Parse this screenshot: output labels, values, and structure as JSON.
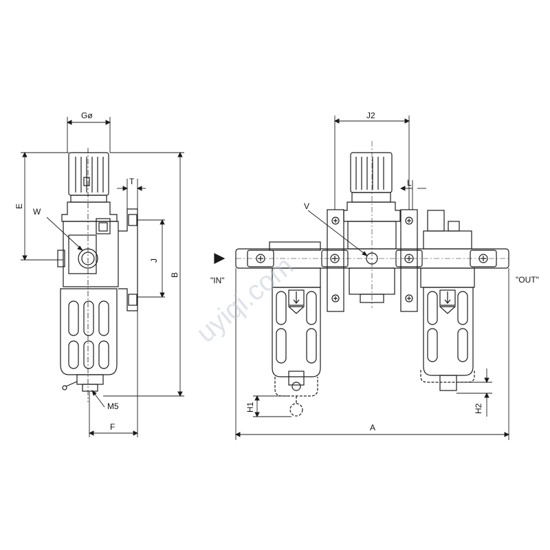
{
  "colors": {
    "line": "#1a1a1a",
    "fill": "#ffffff",
    "watermark": "#b9c3cf"
  },
  "labels": {
    "g": "Gø",
    "e": "E",
    "w": "W",
    "t": "T",
    "j": "J",
    "b": "B",
    "m5": "M5",
    "f": "F",
    "j2": "J2",
    "l": "L",
    "v": "V",
    "in": "\"IN\"",
    "out": "\"OUT\"",
    "h1": "H1",
    "h2": "H2",
    "a": "A"
  },
  "watermark": "uyiqi.com"
}
